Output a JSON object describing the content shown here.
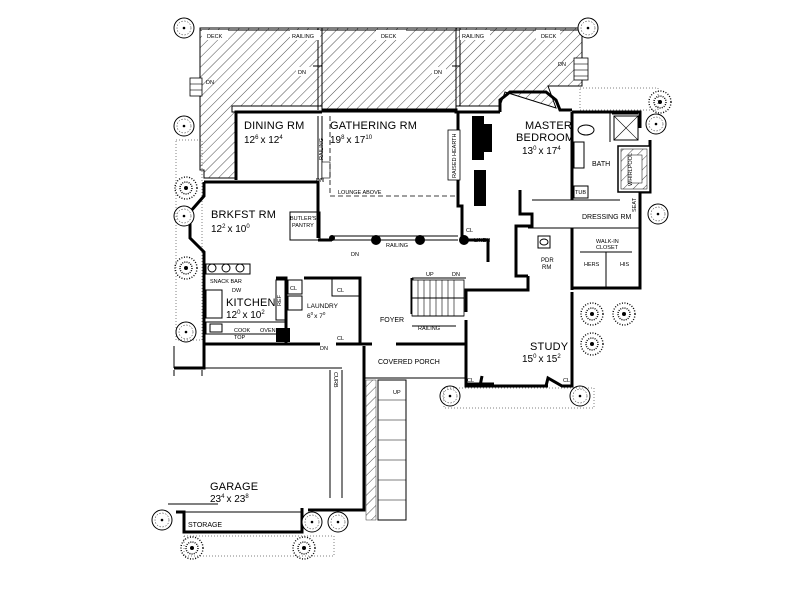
{
  "rooms": {
    "dining": {
      "name": "DINING RM",
      "dim_a": "12",
      "sup_a": "6",
      "dim_b": "x 12",
      "sup_b": "4"
    },
    "gathering": {
      "name": "GATHERING RM",
      "dim_a": "19",
      "sup_a": "8",
      "dim_b": "x 17",
      "sup_b": "10"
    },
    "master": {
      "name_line1": "MASTER",
      "name_line2": "BEDROOM",
      "dim_a": "13",
      "sup_a": "0",
      "dim_b": "x 17",
      "sup_b": "4"
    },
    "brkfst": {
      "name": "BRKFST RM",
      "dim_a": "12",
      "sup_a": "2",
      "dim_b": "x 10",
      "sup_b": "0"
    },
    "kitchen": {
      "name": "KITCHEN",
      "dim_a": "12",
      "sup_a": "0",
      "dim_b": "x 10",
      "sup_b": "2"
    },
    "laundry": {
      "name": "LAUNDRY",
      "dim_a": "6",
      "sup_a": "0",
      "dim_b": "x 7",
      "sup_b": "0"
    },
    "study": {
      "name": "STUDY",
      "dim_a": "15",
      "sup_a": "0",
      "dim_b": "x 15",
      "sup_b": "2"
    },
    "garage": {
      "name": "GARAGE",
      "dim_a": "23",
      "sup_a": "4",
      "dim_b": "x 23",
      "sup_b": "8"
    }
  },
  "labels": {
    "deck_left": "DECK",
    "deck_mid": "DECK",
    "deck_right": "DECK",
    "railing": "RAILING",
    "dn": "DN",
    "up": "UP",
    "lounge_above": "LOUNGE ABOVE",
    "raised_hearth": "RAISED HEARTH",
    "butlers_pantry_1": "BUTLER'S",
    "butlers_pantry_2": "PANTRY",
    "linen": "LINEN",
    "cl": "CL",
    "bath": "BATH",
    "tub": "TUB",
    "whirlpool": "WHIRLPOOL",
    "seat": "SEAT",
    "dressing_rm": "DRESSING RM",
    "walkin_1": "WALK-IN",
    "walkin_2": "CLOSET",
    "hers": "HERS",
    "his": "HIS",
    "pdr_1": "PDR",
    "pdr_2": "RM",
    "snack_bar": "SNACK BAR",
    "dw": "DW",
    "ref": "REF",
    "cook": "COOK",
    "top": "TOP",
    "oven": "OVEN",
    "foyer": "FOYER",
    "covered_porch": "COVERED PORCH",
    "curb": "CURB",
    "storage": "STORAGE"
  },
  "colors": {
    "ink": "#000000",
    "paper": "#ffffff"
  }
}
